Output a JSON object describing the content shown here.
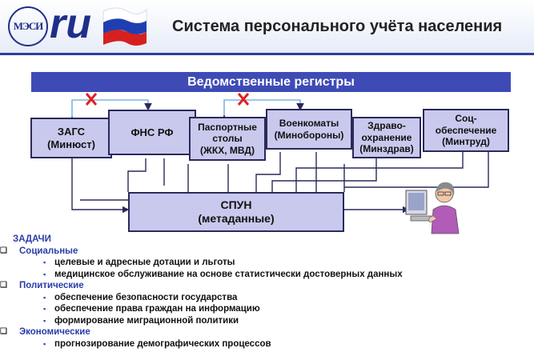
{
  "header": {
    "logo_text": "МЭСИ",
    "logo_ru": "ru",
    "title": "Система персонального учёта населения"
  },
  "registers": {
    "banner": "Ведомственные регистры",
    "zags": {
      "line1": "ЗАГС",
      "line2": "(Минюст)"
    },
    "fns": {
      "line1": "ФНС РФ"
    },
    "passport": {
      "line1": "Паспортные",
      "line2": "столы",
      "line3": "(ЖКХ, МВД)"
    },
    "voenkomat": {
      "line1": "Военкоматы",
      "line2": "(Минобороны)"
    },
    "health": {
      "line1": "Здраво-",
      "line2": "охранение",
      "line3": "(Минздрав)"
    },
    "social": {
      "line1": "Соц-",
      "line2": "обеспечение",
      "line3": "(Минтруд)"
    }
  },
  "spun": {
    "line1": "СПУН",
    "line2": "(метаданные)"
  },
  "tasks": {
    "heading": "ЗАДАЧИ",
    "social_label": "Социальные",
    "social_items": [
      "целевые и адресные дотации и льготы",
      "медицинское обслуживание на основе статистически достоверных данных"
    ],
    "political_label": "Политические",
    "political_items": [
      "обеспечение безопасности государства",
      "обеспечение права граждан на информацию",
      "формирование миграционной политики"
    ],
    "economic_label": "Экономические",
    "economic_items": [
      "прогнозирование демографических процессов"
    ]
  },
  "colors": {
    "banner": "#3e4bb6",
    "box_fill": "#c9c9ee",
    "task_text": "#2b3da8",
    "cross": "#e02020"
  }
}
